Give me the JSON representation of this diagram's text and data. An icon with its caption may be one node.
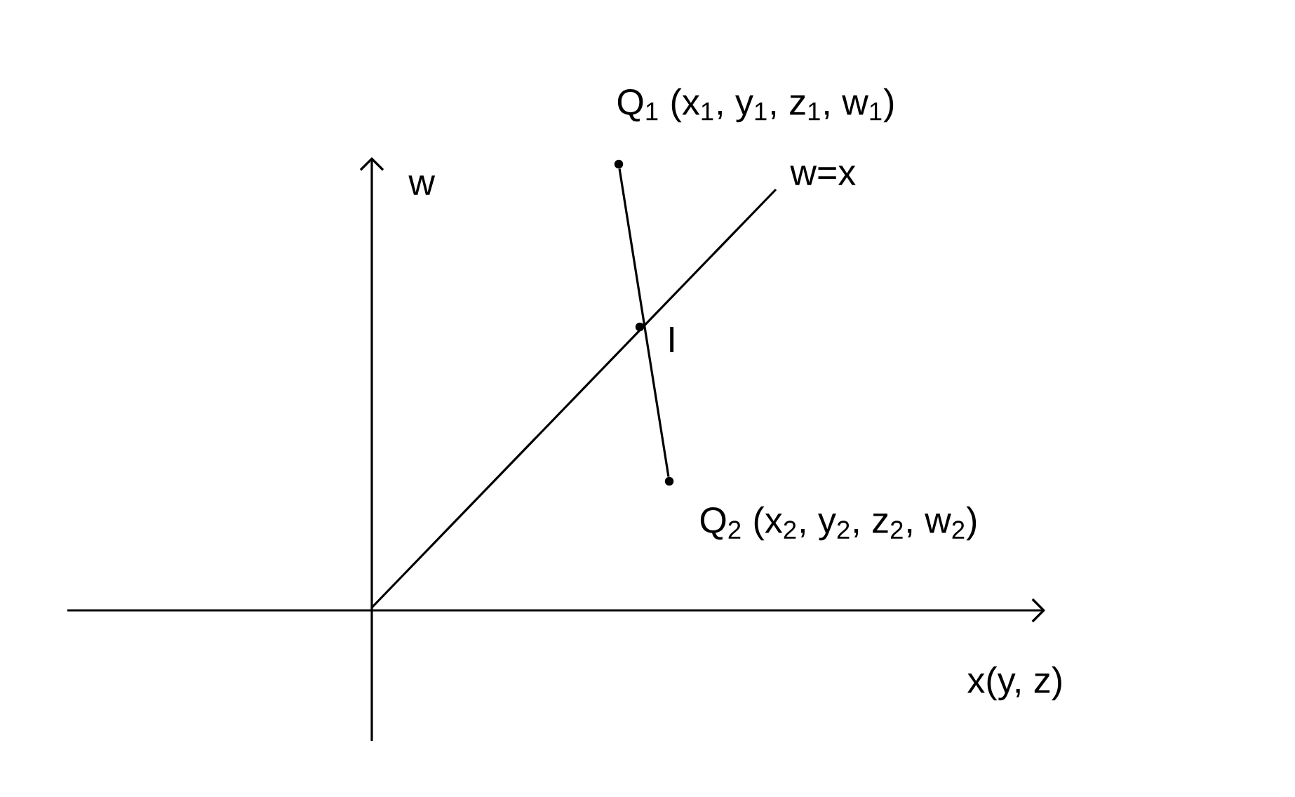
{
  "diagram": {
    "nodes": [
      {
        "text": [
          "Q$_{1}$ (x$_{1}$, y$_{1}$, z$_{1}$, w$_{1}$)"
        ]
      },
      {
        "text": [
          "I"
        ]
      },
      {
        "text": [
          "Q$_{2}$ (x$_{2}$, y$_{2}$, z$_{2}$, w$_{2}$)"
        ]
      }
    ],
    "edges": [
      {
        "from": 0,
        "to": 2,
        "arrow": "none"
      }
    ],
    "labels": [
      "w",
      "w=x",
      "x(y, z)"
    ]
  }
}
